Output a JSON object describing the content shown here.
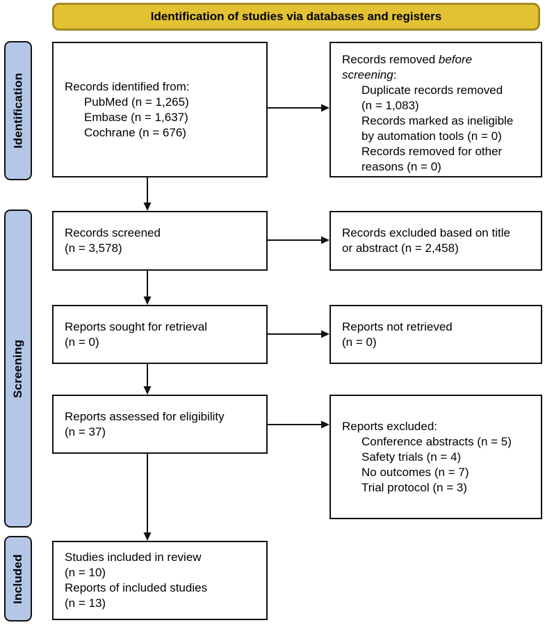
{
  "banner": {
    "title": "Identification of studies via databases and registers"
  },
  "sidebar": {
    "stages": [
      "Identification",
      "Screening",
      "Included"
    ]
  },
  "boxes": {
    "records_identified": {
      "title": "Records identified from:",
      "items": [
        "PubMed (n = 1,265)",
        "Embase (n = 1,637)",
        "Cochrane (n = 676)"
      ]
    },
    "records_removed": {
      "line1_normal": "Records removed ",
      "line1_italic": "before",
      "line2_italic": "screening",
      "line2_suffix": ":",
      "items": [
        "Duplicate records removed\n(n = 1,083)",
        "Records marked as ineligible\nby automation tools (n = 0)",
        "Records removed for other\nreasons (n = 0)"
      ]
    },
    "records_screened": {
      "text": "Records screened\n(n = 3,578)"
    },
    "records_excluded": {
      "text": "Records excluded based on title\nor abstract (n = 2,458)"
    },
    "reports_sought": {
      "text": "Reports sought for retrieval\n(n = 0)"
    },
    "reports_not_retrieved": {
      "text": "Reports not retrieved\n(n = 0)"
    },
    "reports_assessed": {
      "text": "Reports assessed for eligibility\n(n = 37)"
    },
    "reports_excluded": {
      "title": "Reports excluded:",
      "items": [
        "Conference abstracts (n = 5)",
        "Safety trials (n = 4)",
        "No outcomes (n = 7)",
        "Trial protocol (n = 3)"
      ]
    },
    "studies_included": {
      "text": "Studies included in review\n(n = 10)\nReports of included studies\n(n = 13)"
    }
  },
  "colors": {
    "banner_fill": "#E2C233",
    "banner_border": "#A08820",
    "stage_fill": "#B4C7E7",
    "line_color": "#111111"
  }
}
